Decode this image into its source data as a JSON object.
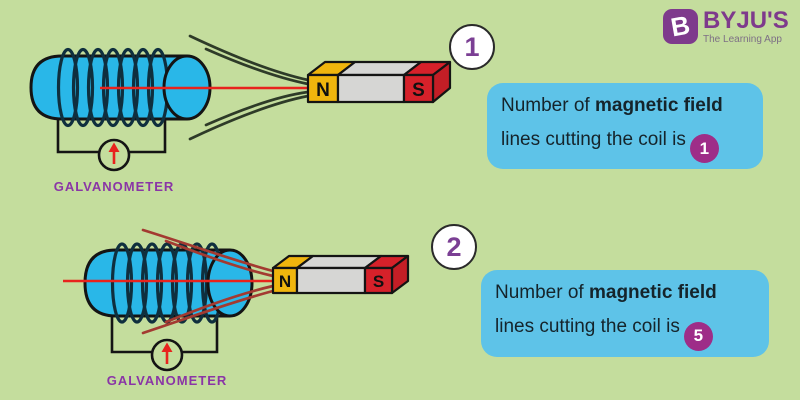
{
  "logo": {
    "monogram": "B",
    "brand": "BYJU'S",
    "tagline": "The Learning App"
  },
  "diagrams": [
    {
      "number": "1",
      "galvanometer_label": "GALVANOMETER",
      "magnet": {
        "north": "N",
        "south": "S"
      },
      "field_lines": {
        "total": 5,
        "cutting_coil": 1
      },
      "caption": {
        "line1_regular": "Number of ",
        "line1_bold": "magnetic field",
        "line2": "lines cutting the coil is",
        "count_badge": "1"
      }
    },
    {
      "number": "2",
      "galvanometer_label": "GALVANOMETER",
      "magnet": {
        "north": "N",
        "south": "S"
      },
      "field_lines": {
        "total": 5,
        "cutting_coil": 5
      },
      "caption": {
        "line1_regular": "Number of ",
        "line1_bold": "magnetic field",
        "line2": "lines cutting the coil is",
        "count_badge": "5"
      }
    }
  ],
  "colors": {
    "background": "#c4dd9d",
    "coil_blue": "#29b7e8",
    "magnet_yellow": "#f0b50d",
    "magnet_gray": "#d6d6d4",
    "magnet_red": "#d6212a",
    "field_line_dark_green": "#2e3b28",
    "field_line_dark_red": "#a33a31",
    "center_field_line_red": "#e8231d",
    "info_box_blue": "#5ec3e8",
    "badge_magenta": "#9e2d88",
    "number_purple": "#7b3f94",
    "galvanometer_label_purple": "#8a35a6",
    "logo_purple": "#7e3a8c"
  }
}
